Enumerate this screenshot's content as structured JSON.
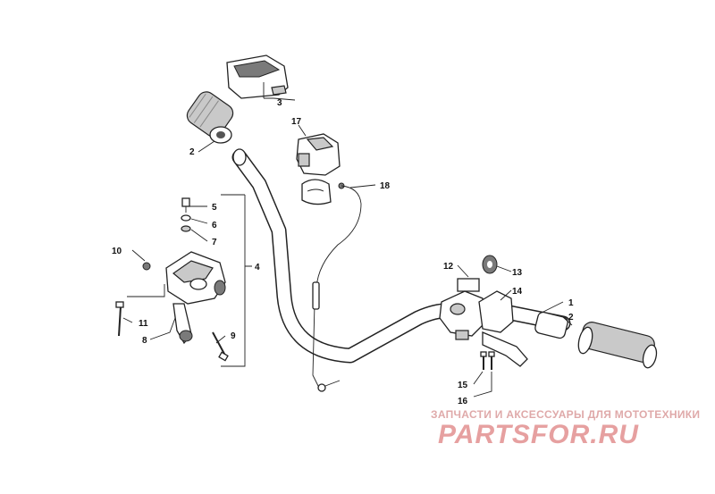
{
  "diagram": {
    "labels": [
      "1",
      "2",
      "3",
      "4",
      "5",
      "6",
      "7",
      "8",
      "9",
      "10",
      "11",
      "12",
      "13",
      "14",
      "15",
      "16",
      "17",
      "18"
    ],
    "label_2_dup": "2"
  },
  "watermark": {
    "caption": "ЗАПЧАСТИ И АКСЕССУАРЫ ДЛЯ МОТОТЕХНИКИ",
    "logo": "PARTSFOR.RU"
  }
}
